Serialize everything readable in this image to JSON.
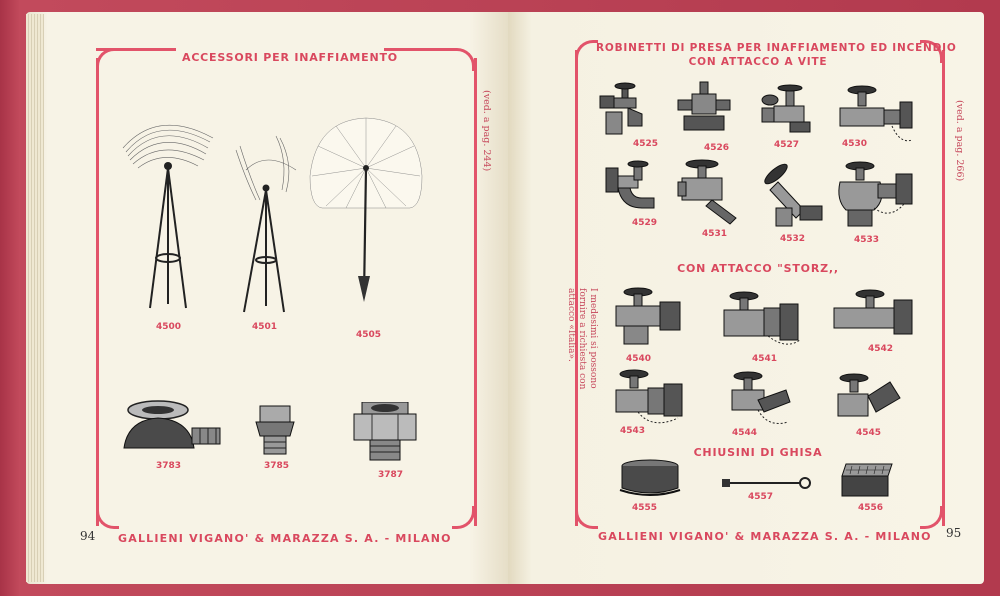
{
  "left_page": {
    "title": "ACCESSORI PER INAFFIAMENTO",
    "side_note": "(ved. a pag. 244)",
    "footer": "GALLIENI VIGANO' & MARAZZA S. A. - MILANO",
    "page_number": "94",
    "items": [
      "4500",
      "4501",
      "4505",
      "3783",
      "3785",
      "3787"
    ]
  },
  "right_page": {
    "title_line1": "ROBINETTI DI PRESA PER INAFFIAMENTO ED INCENDIO",
    "title_line2": "CON ATTACCO A VITE",
    "section_storz": "CON ATTACCO \"STORZ,,",
    "section_ghisa": "CHIUSINI DI GHISA",
    "side_note": "(ved. a pag. 266)",
    "vertical_note_lines": [
      "I medesimi si possono",
      "fornire a richiesta con",
      "attacco «Italia»."
    ],
    "footer": "GALLIENI VIGANO' & MARAZZA S. A. - MILANO",
    "page_number": "95",
    "items_vite": [
      "4525",
      "4526",
      "4527",
      "4530",
      "4529",
      "4531",
      "4532",
      "4533"
    ],
    "items_storz": [
      "4540",
      "4541",
      "4542",
      "4543",
      "4544",
      "4545"
    ],
    "items_ghisa": [
      "4555",
      "4557",
      "4556"
    ]
  },
  "colors": {
    "accent": "#d9485e",
    "paper": "#f7f3e6",
    "cover": "#b23a4e"
  }
}
